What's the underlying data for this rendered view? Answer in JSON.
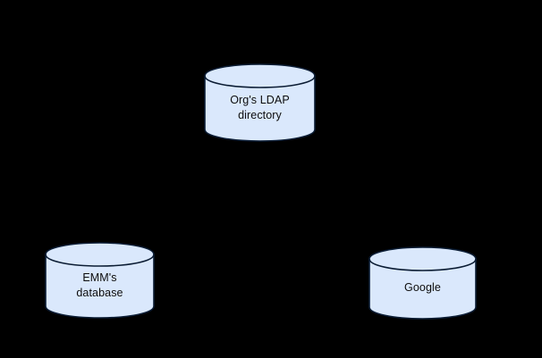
{
  "diagram": {
    "type": "database-cylinder-diagram",
    "background_color": "#000000",
    "shape_fill_color": "#dae8fc",
    "shape_stroke_color": "#0b1c33",
    "label_text_color": "#0d0d0d",
    "connectors": [],
    "nodes": [
      {
        "id": "ldap",
        "shape": "cylinder",
        "label": "Org's LDAP\ndirectory",
        "line1": "Org's LDAP",
        "line2": "directory"
      },
      {
        "id": "emm",
        "shape": "cylinder",
        "label": "EMM's\ndatabase",
        "line1": "EMM's",
        "line2": "database"
      },
      {
        "id": "google",
        "shape": "cylinder",
        "label": "Google",
        "line1": "Google",
        "line2": ""
      }
    ]
  }
}
